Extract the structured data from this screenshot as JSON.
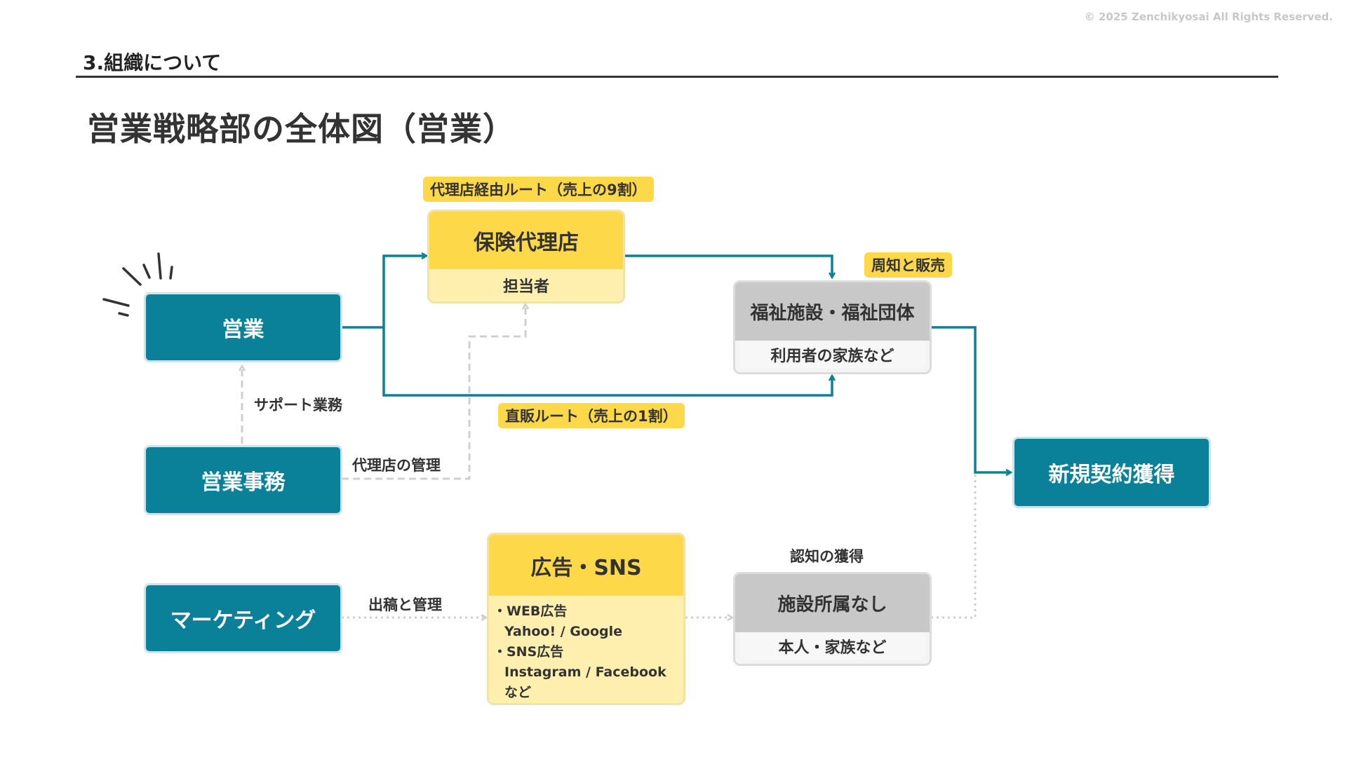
{
  "copyright": "© 2025 Zenchikyosai All Rights Reserved.",
  "section_title": "3.組織について",
  "page_title": "営業戦略部の全体図（営業）",
  "nodes": {
    "eigyo": "営業",
    "eigyo_jimu": "営業事務",
    "marketing": "マーケティング",
    "agency_title": "保険代理店",
    "agency_sub": "担当者",
    "welfare_title": "福祉施設・福祉団体",
    "welfare_sub": "利用者の家族など",
    "no_facility_title": "施設所属なし",
    "no_facility_sub": "本人・家族など",
    "ads_title": "広告・SNS",
    "ads_items": [
      "・WEB広告",
      "Yahoo! / Google",
      "・SNS広告",
      "Instagram / Facebook など"
    ],
    "new_contract": "新規契約獲得"
  },
  "labels": {
    "agency_route": "代理店経由ルート（売上の9割）",
    "direct_route": "直販ルート（売上の1割）",
    "promotion_sales": "周知と販売",
    "support": "サポート業務",
    "agency_mgmt": "代理店の管理",
    "placement_mgmt": "出稿と管理",
    "awareness": "認知の獲得"
  },
  "colors": {
    "teal": "#0b8199",
    "yellow": "#fdd94a",
    "light_yellow": "#fff0b0",
    "gray": "#c8c8c8"
  }
}
